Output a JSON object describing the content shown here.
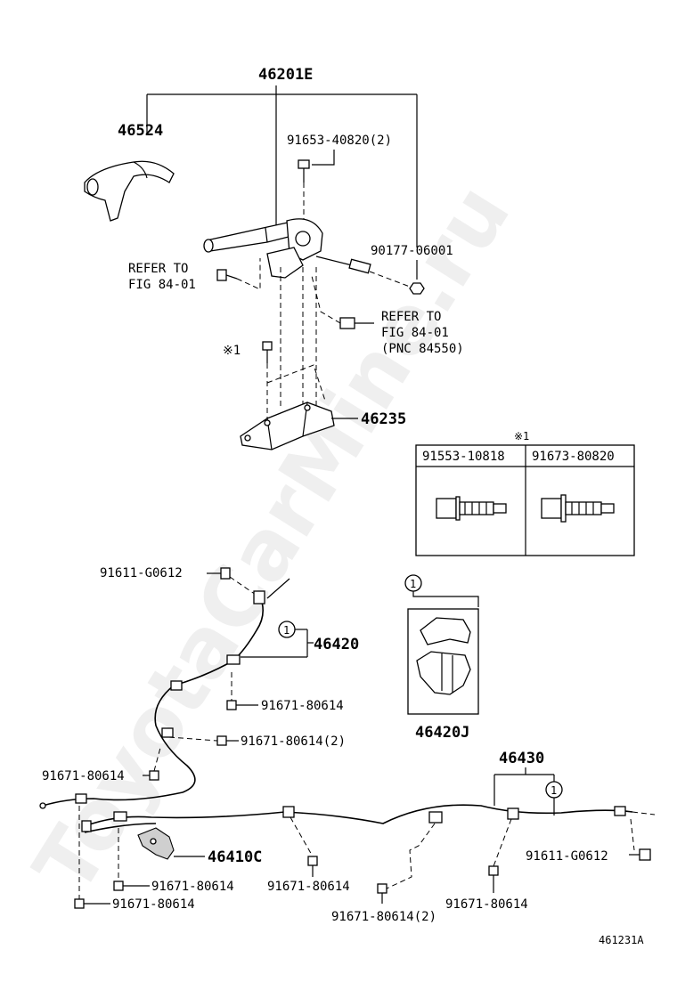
{
  "watermark": "ToyotaCarMine.ru",
  "labels": {
    "brake_lever_assy": "46201E",
    "lever_cover": "46524",
    "bolt_top": "91653-40820(2)",
    "nut_right": "90177-06001",
    "refer_left_1": "REFER TO",
    "refer_left_2": "FIG 84-01",
    "refer_right_1": "REFER TO",
    "refer_right_2": "FIG 84-01",
    "refer_right_3": "(PNC 84550)",
    "note_mark": "※1",
    "bracket": "46235",
    "bolt_front": "91611-G0612",
    "cable_front": "46420",
    "clamp_part": "46420J",
    "circle_ref": "1",
    "cable_rear": "46430",
    "bolt_a": "91671-80614",
    "bolt_b": "91671-80614(2)",
    "bolt_c": "91671-80614",
    "bolt_d": "91671-80614",
    "bolt_e": "91671-80614",
    "bolt_f": "91671-80614",
    "bolt_g": "91671-80614(2)",
    "bolt_h": "91671-80614",
    "bolt_rear_end": "91611-G0612",
    "bracket_rear": "46410C",
    "figure_code": "461231A"
  },
  "table": {
    "mark": "※1",
    "headers": [
      "91553-10818",
      "91673-80820"
    ]
  }
}
